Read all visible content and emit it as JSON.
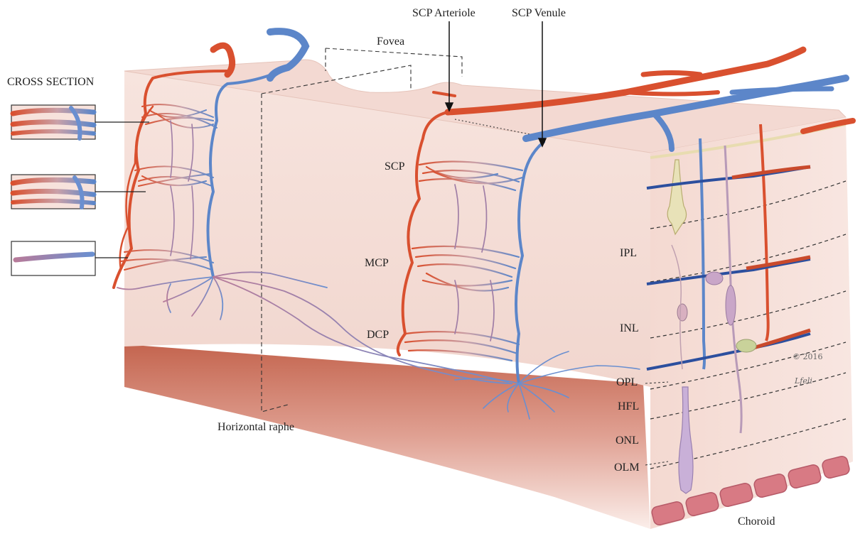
{
  "labels": {
    "cross_section": "CROSS SECTION",
    "fovea": "Fovea",
    "scp_arteriole": "SCP Arteriole",
    "scp_venule": "SCP Venule",
    "scp": "SCP",
    "mcp": "MCP",
    "dcp": "DCP",
    "horizontal_raphe": "Horizontal raphe",
    "ipl": "IPL",
    "inl": "INL",
    "opl": "OPL",
    "hfl": "HFL",
    "onl": "ONL",
    "olm": "OLM",
    "choroid": "Choroid"
  },
  "signature": {
    "year": "© 2016",
    "mark": "Lfeli"
  },
  "colors": {
    "tissue_top": "#f5dcd6",
    "tissue_front": "#f7e2dc",
    "tissue_side": "#f3d8d0",
    "base_band": "#c96f5a",
    "artery": "#d9502f",
    "vein": "#5c86c9",
    "capillary_mix": "#8f7aa8"
  }
}
